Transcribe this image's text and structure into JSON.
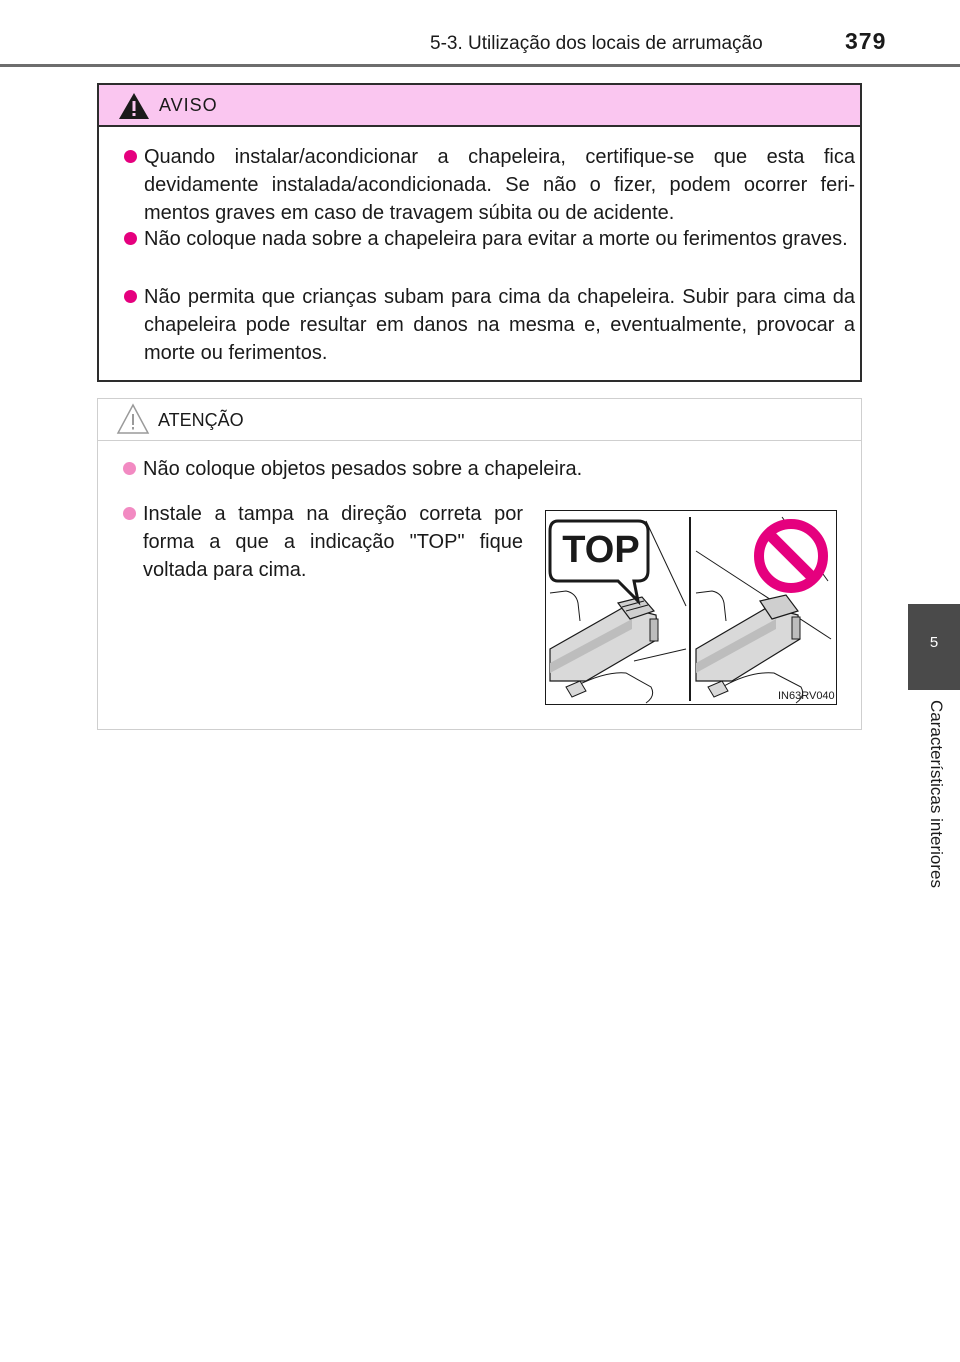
{
  "header": {
    "section_title": "5-3. Utilização dos locais de arrumação",
    "page_number": "379"
  },
  "side_tab": {
    "chapter_number": "5",
    "chapter_title": "Características interiores"
  },
  "aviso": {
    "title": "AVISO",
    "icon": "warning-triangle-filled-icon",
    "header_color": "#fac6f0",
    "items": [
      "Quando instalar/acondicionar a chapeleira, certifique-se que esta fica devidamente instalada/acondicionada. Se não o fizer, podem ocorrer feri-mentos graves em caso de travagem súbita ou de acidente.",
      "Não coloque nada sobre a chapeleira para evitar a morte ou ferimentos graves.",
      "Não permita que crianças subam para cima da chapeleira. Subir para cima da chapeleira pode resultar em danos na mesma e, eventualmente, provocar a morte ou ferimentos."
    ]
  },
  "atencao": {
    "title": "ATENÇÃO",
    "icon": "warning-triangle-outline-icon",
    "items": [
      "Não coloque objetos pesados sobre a chapeleira.",
      "Instale a tampa na direção correta por forma a que a indicação \"TOP\" fique voltada para cima."
    ]
  },
  "illustration": {
    "callout_text": "TOP",
    "code": "IN63RV040",
    "prohibition_color": "#e5007e"
  }
}
